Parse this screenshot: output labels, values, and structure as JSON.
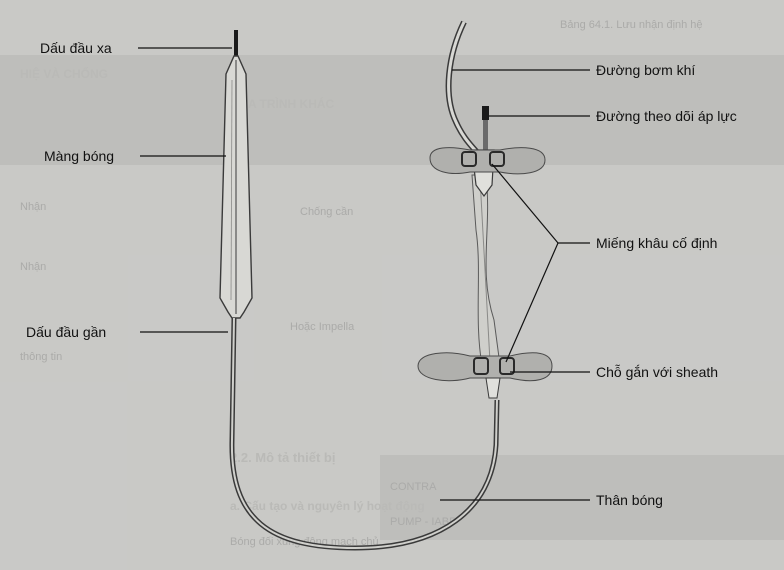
{
  "labels": {
    "distal_marker": "Dấu đầu xa",
    "balloon_membrane": "Màng bóng",
    "proximal_marker": "Dấu đầu gần",
    "inflation_line": "Đường bơm khí",
    "pressure_line": "Đường theo dõi áp lực",
    "suture_pads": "Miếng khâu cố định",
    "sheath_junction": "Chỗ gắn với sheath",
    "balloon_body": "Thân bóng"
  },
  "colors": {
    "page": "#c9c9c6",
    "balloon_fill": "#d8d8d4",
    "stroke": "#3a3a3a",
    "pad_fill": "#b0b0ad",
    "leader": "#111111"
  }
}
